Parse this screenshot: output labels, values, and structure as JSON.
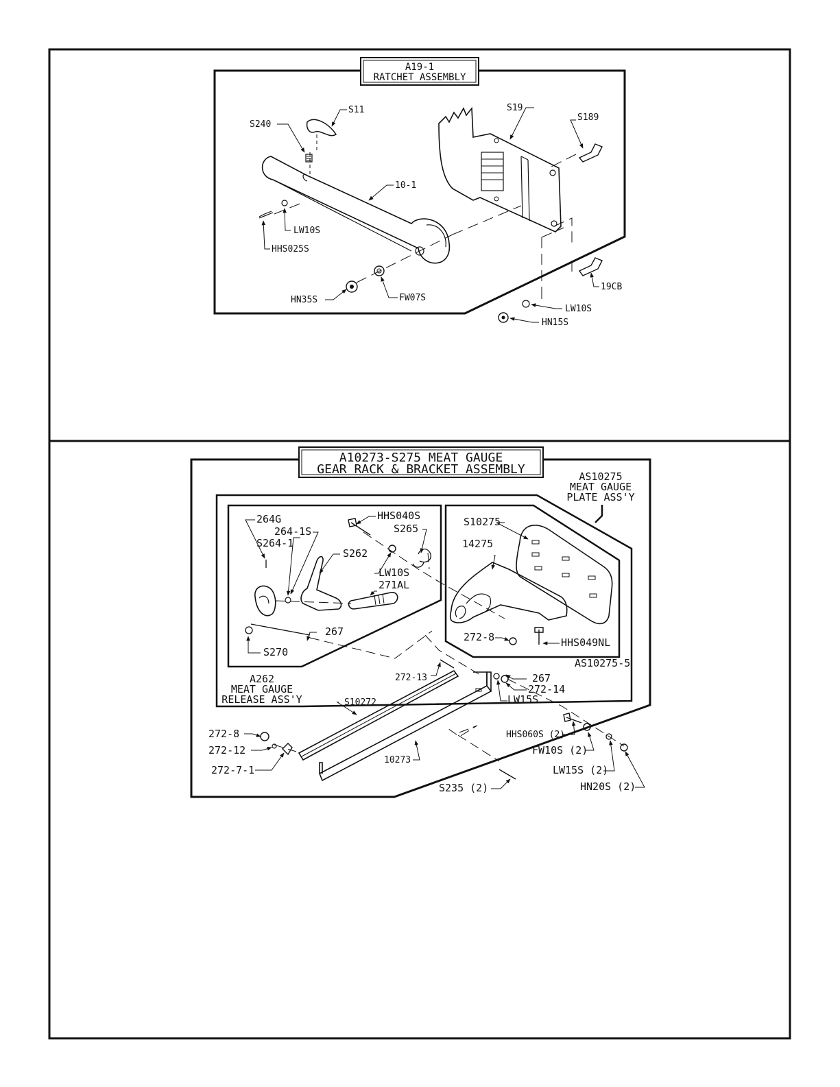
{
  "ratchet": {
    "title_code": "A19-1",
    "title_name": "RATCHET ASSEMBLY",
    "parts": {
      "s11": "S11",
      "s240": "S240",
      "s19": "S19",
      "s189": "S189",
      "p10_1": "10-1",
      "lw10s": "LW10S",
      "hhs025s": "HHS025S",
      "hn35s": "HN35S",
      "fw07s": "FW07S",
      "p19cb": "19CB",
      "lw10s_b": "LW10S",
      "hn15s": "HN15S"
    }
  },
  "meat_gauge": {
    "title_line1": "A10273-S275 MEAT GAUGE",
    "title_line2": "GEAR RACK & BRACKET ASSEMBLY",
    "plate_assy": [
      "AS10275",
      "MEAT GAUGE",
      "PLATE ASS'Y"
    ],
    "release_assy": [
      "A262",
      "MEAT GAUGE",
      "RELEASE ASS'Y"
    ],
    "parts": {
      "p264g": "264G",
      "p264_1s": "264-1S",
      "s264_1": "S264-1",
      "hhs040s": "HHS040S",
      "s265": "S265",
      "s262": "S262",
      "lw10s": "LW10S",
      "p271al": "271AL",
      "p267": "267",
      "s270": "S270",
      "s10275": "S10275",
      "p14275": "14275",
      "p272_8": "272-8",
      "hhs049nl": "HHS049NL",
      "as10275_5": "AS10275-5",
      "p272_13": "272-13",
      "p267_b": "267",
      "p272_14": "272-14",
      "lw15s": "LW15S",
      "s10272": "S10272",
      "p272_8_b": "272-8",
      "p272_12": "272-12",
      "p272_7_1": "272-7-1",
      "p10273": "10273",
      "hhs060s": "HHS060S (2)",
      "fw10s": "FW10S (2)",
      "lw15s_b": "LW15S (2)",
      "hn20s": "HN20S (2)",
      "s235": "S235 (2)"
    }
  }
}
